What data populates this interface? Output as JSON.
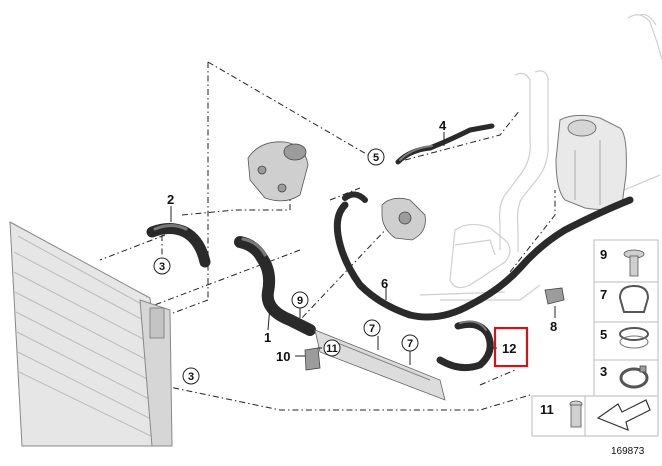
{
  "diagram": {
    "labels": {
      "p1": "1",
      "p2": "2",
      "p3_top": "3",
      "p3_bottom": "3",
      "p4": "4",
      "p5": "5",
      "p6": "6",
      "p7_left": "7",
      "p7_right": "7",
      "p8": "8",
      "p9": "9",
      "p10": "10",
      "p11": "11",
      "p12": "12"
    },
    "highlighted_part": "12",
    "highlight_color": "#d0141c"
  },
  "legend": {
    "items": [
      {
        "number": "9",
        "icon": "bolt-icon"
      },
      {
        "number": "7",
        "icon": "hose-clamp-bracket-icon"
      },
      {
        "number": "5",
        "icon": "band-clamp-icon"
      },
      {
        "number": "3",
        "icon": "spring-clamp-icon"
      }
    ],
    "bottom_item": {
      "number": "11",
      "icon": "hex-socket-screw-icon"
    },
    "arrow_icon": "direction-arrow-icon"
  },
  "diagram_code": "169873"
}
